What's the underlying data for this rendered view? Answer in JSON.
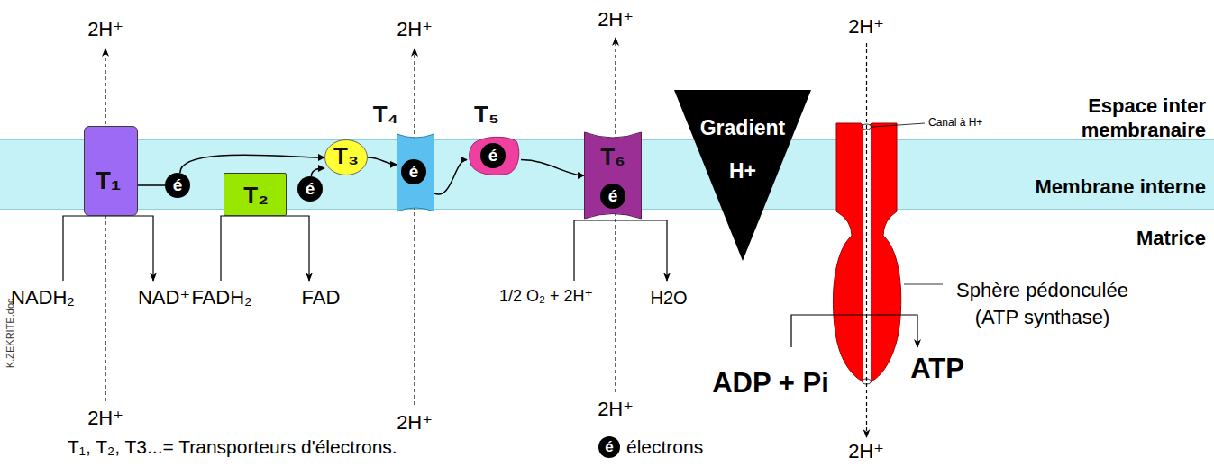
{
  "diagram": {
    "nodes": [
      {
        "text": [
          "T₁"
        ]
      },
      {
        "text": [
          "é"
        ]
      },
      {
        "text": [
          "T₂"
        ]
      },
      {
        "text": [
          "é"
        ]
      },
      {
        "text": [
          "T₃"
        ]
      },
      {
        "text": [
          "T₄"
        ]
      },
      {
        "text": [
          "é"
        ],
        "in": 5
      },
      {
        "text": [
          "T₅"
        ]
      },
      {
        "text": [
          "é"
        ],
        "in": 7
      },
      {
        "text": [
          "T₆"
        ]
      },
      {
        "text": [
          "é"
        ],
        "in": 9
      },
      {
        "text": [
          "Gradient H+"
        ]
      }
    ],
    "edges": [
      {
        "from": 0,
        "to": 1,
        "arrow": "none"
      },
      {
        "from": 1,
        "to": 4,
        "arrow": "to"
      },
      {
        "from": 3,
        "to": 4,
        "arrow": "to"
      },
      {
        "from": 4,
        "to": 5,
        "arrow": "to"
      },
      {
        "from": 5,
        "to": 7,
        "arrow": "to"
      },
      {
        "from": 7,
        "to": 9,
        "arrow": "to"
      }
    ],
    "labels": [
      "2H⁺",
      "2H⁺",
      "2H⁺",
      "2H⁺",
      "Espace inter membranaire",
      "Canal à H+",
      "Membrane interne",
      "Matrice",
      "NADH₂",
      "NAD⁺",
      "FADH₂",
      "FAD",
      "1/2 O₂ + 2H⁺",
      "H2O",
      "Sphère pédonculée (ATP synthase)",
      "ADP + Pi",
      "ATP",
      "K.ZEKRITE.doc",
      "2H⁺",
      "2H⁺",
      "2H⁺",
      "2H⁺",
      "T₁, T₂, T3...= Transporteurs d'électrons.",
      "é"
    ],
    "legend": [
      {
        "text": "électrons"
      }
    ]
  }
}
